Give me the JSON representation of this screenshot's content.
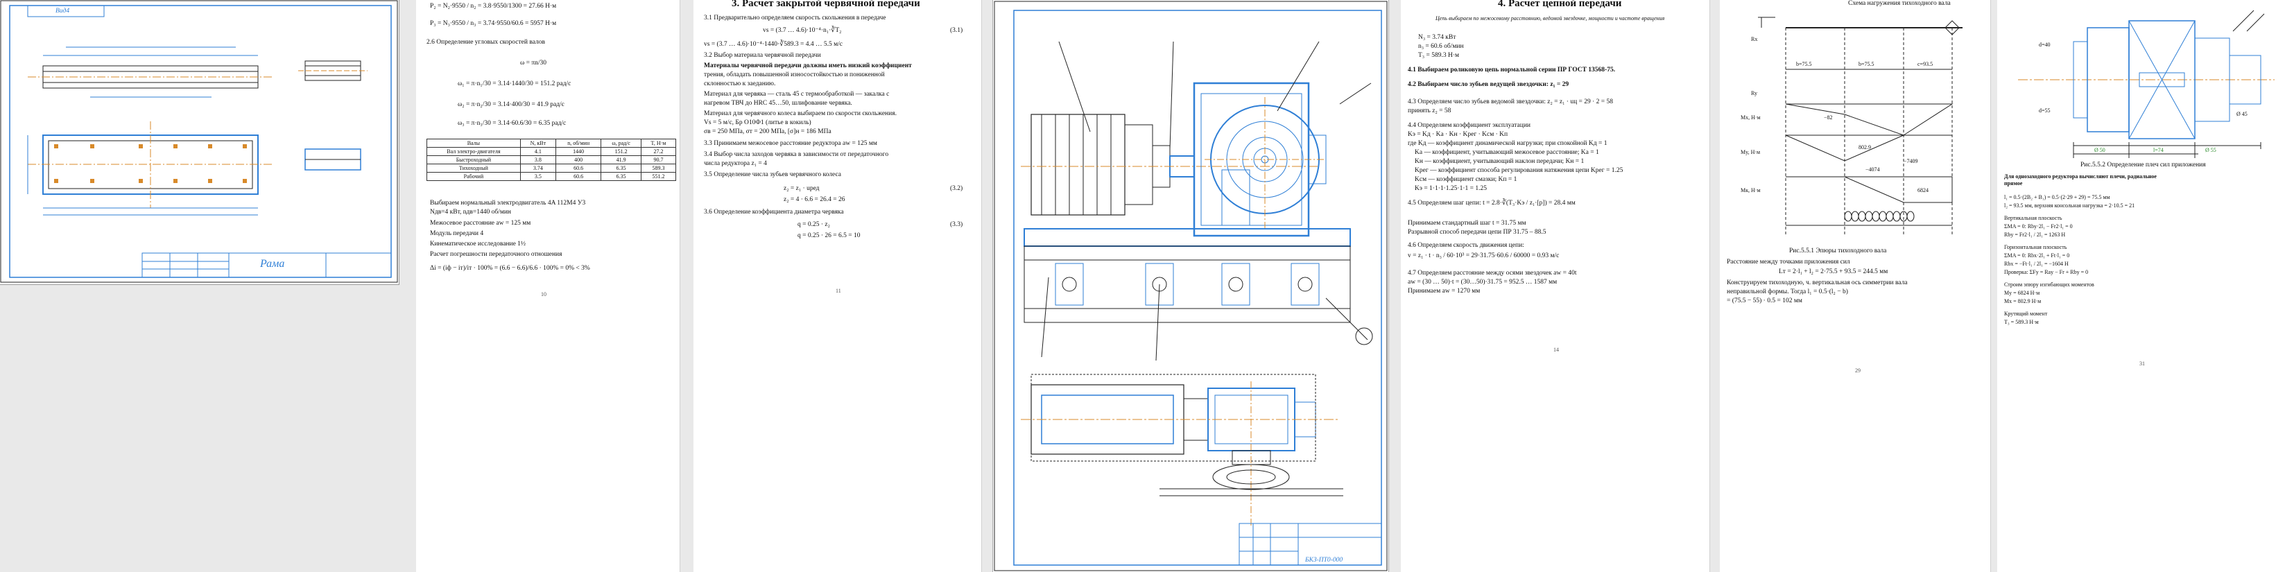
{
  "page1": {
    "stamp_top": "Вид4",
    "stamp_bottom": "Рама"
  },
  "page2": {
    "lines": [
      "P₂ = N₂·9550 / n₂ = 3.8·9550/1300 = 27.66 Н·м",
      "P₃ = N₃·9550 / n₃ = 3.74·9550/60.6 = 5957 Н·м",
      "2.6   Определение угловых скоростей валов",
      "ω = πn/30",
      "ω₁ = π·n₁/30 = 3.14·1440/30 = 151.2 рад/с",
      "ω₂ = π·n₂/30 = 3.14·400/30 = 41.9 рад/с",
      "ω₃ = π·n₃/30 = 3.14·60.6/30 = 6.35 рад/с"
    ],
    "table_head": [
      "Валы",
      "N, кВт",
      "n, об/мин",
      "ω, рад/с",
      "T, Н·м"
    ],
    "table_rows": [
      [
        "Вал электро-двигателя",
        "4.1",
        "1440",
        "151.2",
        "27.2"
      ],
      [
        "Быстроходный",
        "3.8",
        "400",
        "41.9",
        "90.7"
      ],
      [
        "Тихоходный",
        "3.74",
        "60.6",
        "6.35",
        "589.3"
      ],
      [
        "Рабочий",
        "3.5",
        "60.6",
        "6.35",
        "551.2"
      ]
    ],
    "lines2": [
      "Выбираем нормальный электродвигатель 4A 112M4 У3",
      "Nдв=4 кВт, nдв=1440 об/мин",
      "Межосевое расстояние aw = 125 мм",
      "Модуль передачи  4",
      "Кинематическое исследование 1½",
      "Расчет погрешности передаточного отношения",
      "Δi = (iф − iт)/iт · 100% = (6.6 − 6.6)/6.6 · 100% = 0% < 3%"
    ],
    "page_no": "10"
  },
  "page3": {
    "title": "3. Расчет закрытой червячной передачи",
    "lines": [
      "3.1 Предварительно определяем скорость скольжения в передаче",
      "vs = (3.7 … 4.6)·10⁻⁴·n₁·∛T₂",
      "vs = (3.7 … 4.6)·10⁻⁴·1440·∛589.3 = 4.4 … 5.5 м/с",
      "3.2 Выбор материала червячной передачи",
      "Материалы червячной передачи должны иметь низкий коэффициент",
      "трения, обладать повышенной износостойкостью и пониженной",
      "склонностью к заеданию.",
      "Материал для червяка — сталь 45 с термообработкой — закалка с",
      "нагревом ТВЧ до HRC 45…50, шлифование червяка.",
      "Материал для червячного колеса выбираем по скорости скольжения.",
      "Vs = 5 м/с, Бр О10Ф1 (литье в кокиль)",
      "σв = 250 МПа, σт = 200 МПа, [σ]н = 186 МПа",
      "3.3 Принимаем межосевое расстояние редуктора aw = 125 мм",
      "3.4 Выбор числа заходов червяка в зависимости от передаточного",
      "числа редуктора z₁ = 4",
      "3.5 Определение числа зубьев червячного колеса",
      "z₂ = z₁ · uред",
      "z₂ = 4 · 6.6 = 26.4 = 26",
      "3.6   Определение коэффициента диаметра червяка",
      "q = 0.25 · z₂",
      "q = 0.25 · 26 = 6.5 = 10"
    ],
    "eq_refs": [
      "(3.1)",
      "(3.2)",
      "(3.3)"
    ],
    "page_no": "11"
  },
  "page4": {
    "stamp": "БКЗ-ПТ0-000"
  },
  "page5": {
    "title": "4. Расчет цепной передачи",
    "lines": [
      "Цепь выбираем по межосевому расстоянию, ведомой звездочке, мощности и частоте вращения",
      "N₃ = 3.74 кВт",
      "n₃ = 60.6 об/мин",
      "T₃ = 589.3 Н·м",
      "4.1 Выбираем роликовую цепь нормальной серии ПР ГОСТ 13568-75.",
      "4.2 Выбираем число зубьев ведущей звездочки: z₁ = 29",
      "4.3 Определяем число зубьев ведомой звездочки: z₂ = z₁ · uц = 29 · 2 = 58",
      "принять z₂ = 58",
      "4.4 Определяем коэффициент эксплуатации",
      "Kэ = Kд · Kа · Kн · Kрег · Kсм · Kп",
      "где Kд — коэффициент динамической нагрузки; при спокойной Kд = 1",
      "Kа — коэффициент, учитывающий межосевое расстояние; Kа = 1",
      "Kн — коэффициент, учитывающий наклон передачи; Kн = 1",
      "Kрег — коэффициент способа регулирования натяжения цепи Kрег = 1.25",
      "Kсм — коэффициент смазки; Kп = 1",
      "Kэ = 1·1·1·1.25·1·1 = 1.25",
      "4.5 Определяем шаг цепи: t = 2.8·∛(T₃·Kэ / z₁·[p]) = 28.4 мм",
      "Принимаем стандартный шаг t = 31.75 мм",
      "Разрывной способ передачи цепи ПР 31.75 – 88.5",
      "4.6   Определяем скорость движения цепи:",
      "v = z₁ · t · n₃ / 60·10³ = 29·31.75·60.6 / 60000 = 0.93 м/с",
      "4.7 Определяем расстояние между осями звездочек  aw = 40t",
      "aw = (30 … 50)·t = (30…50)·31.75 = 952.5 … 1587 мм",
      "Принимаем aw = 1270 мм"
    ],
    "page_no": "14"
  },
  "page6": {
    "diagram_title": "Схема нагружения тихоходного вала",
    "lines": [
      "Рис.5.5.1 Эпюры тихоходного вала",
      "Расстояние между точками приложения сил",
      "Lт = 2·l₁ + l₂ = 2·75.5 + 93.5 = 244.5 мм",
      "Конструируем тихоходную, ч. вертикальная ось симметрии вала",
      "неправильной формы. Тогда l₁ = 0.5·(l₂ − b)",
      "= (75.5 − 55) · 0.5 = 102 мм"
    ],
    "dims": [
      "b=75.5",
      "b=75.5",
      "с=93.5"
    ],
    "labels": [
      "Rx",
      "Ry",
      "Mx, Н·м",
      "My, Н·м",
      "Mк, Н·м",
      "−82",
      "802.9",
      "−4074",
      "−7409",
      "6824"
    ],
    "page_no": "29"
  },
  "page7": {
    "caption": "Рис.5.5.2 Определение плеч сил приложения",
    "lines": [
      "Для однозаходного редуктора вычисляют плечи, радиальное",
      "прямое",
      "l₁ = 0.5·(2B₂ + B₁) = 0.5·(2·29 + 29) = 75.5 мм",
      "l₂ = 93.5 мм, верхняя консольная нагрузка = 2·10.5 = 21",
      "Вертикальная плоскость",
      "ΣMA = 0: Rby·2l₁ − Fr2·l₁ = 0",
      "Rby = Fr2·l₁ / 2l₁ = 1263 Н",
      "Горизонтальная плоскость",
      "ΣMA = 0: Rbx·2l₁ + Ft·l₁ = 0",
      "Rbx = −Ft·l₁ / 2l₁ = −1604 Н",
      "Проверка: ΣFy = Ray − Fr + Rby = 0",
      "Строим эпюру изгибающих моментов",
      "My = 6824 Н·м",
      "Mx = 802.9 Н·м",
      "Крутящий момент",
      "T₃ = 589.3 Н·м"
    ],
    "dims": [
      "d=40",
      "d=55",
      "l=74",
      "Ø 50",
      "Ø 55",
      "Ø 45"
    ],
    "page_no": "31"
  }
}
